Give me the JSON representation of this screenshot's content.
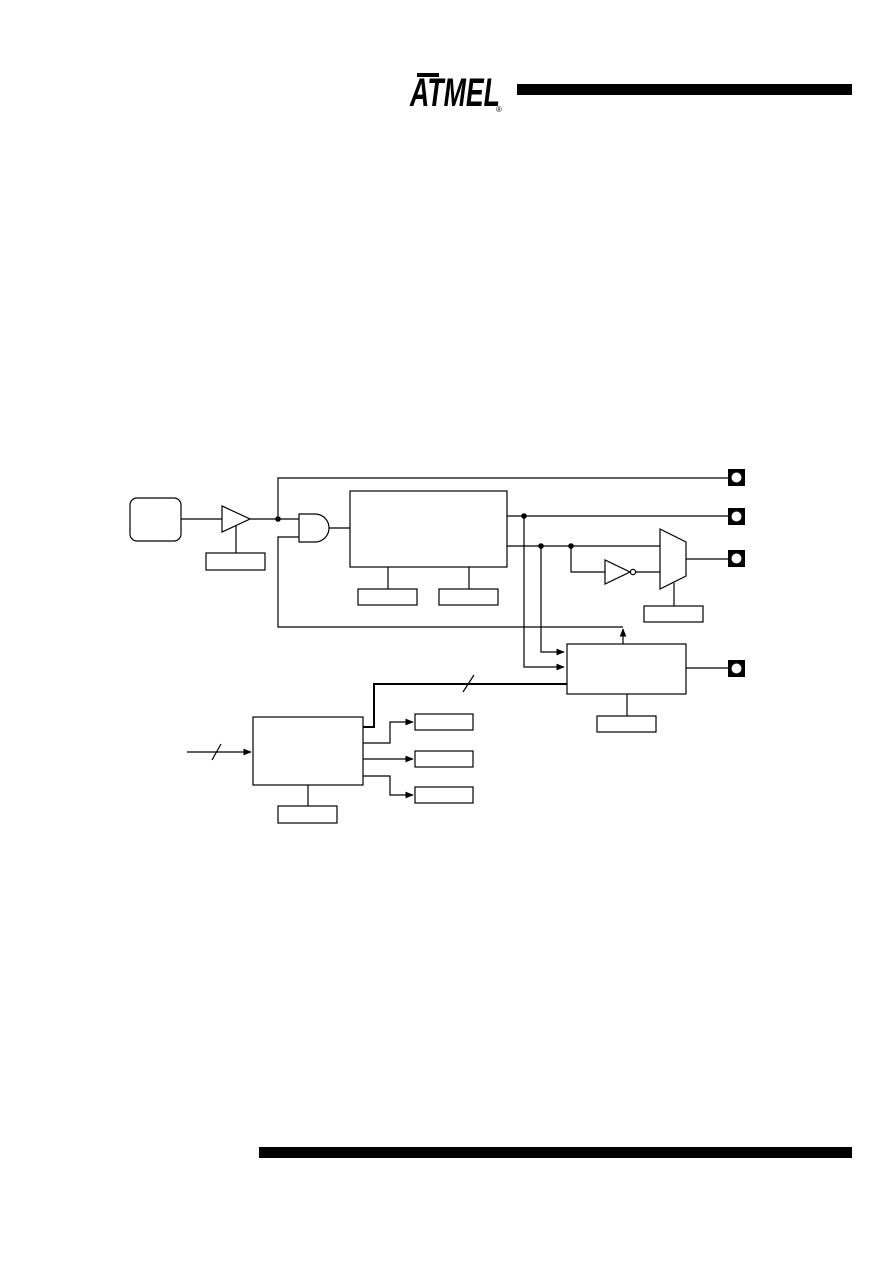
{
  "header": {
    "logo_text": "ATMEL",
    "registered_mark": "®"
  },
  "colors": {
    "ink": "#000000",
    "paper": "#ffffff"
  },
  "diagram": {
    "blocks": [
      "oscillator",
      "buffer-amplifier",
      "and-gate",
      "prescaler-counter",
      "inverter",
      "multiplexer",
      "control-logic",
      "decoder"
    ],
    "labels_printed": []
  }
}
